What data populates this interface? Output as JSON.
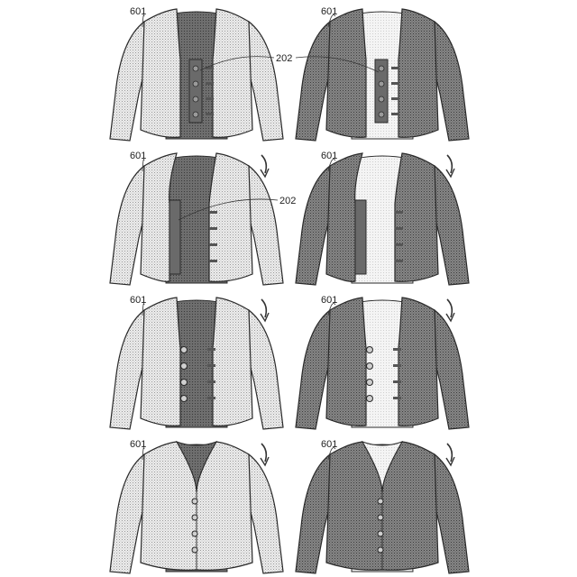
{
  "figure": {
    "labels": {
      "jacket_ref": "601",
      "strip_ref": "202"
    },
    "colors": {
      "light_fabric": "#e6e6e6",
      "dark_fabric": "#7d7d7d",
      "lining_light": "#f2f2f2",
      "lining_dark": "#5e5e5e",
      "strip": "#6a6a6a",
      "outline": "#2a2a2a"
    },
    "rows": [
      {
        "stage": "strip-attached",
        "has_arrow": false,
        "show_202": true
      },
      {
        "stage": "strip-opened",
        "has_arrow": true,
        "show_202": true
      },
      {
        "stage": "buttons-attached",
        "has_arrow": true,
        "show_202": false
      },
      {
        "stage": "buttoned-closed",
        "has_arrow": true,
        "show_202": false
      }
    ],
    "columns": [
      {
        "variant": "light"
      },
      {
        "variant": "dark"
      }
    ]
  }
}
